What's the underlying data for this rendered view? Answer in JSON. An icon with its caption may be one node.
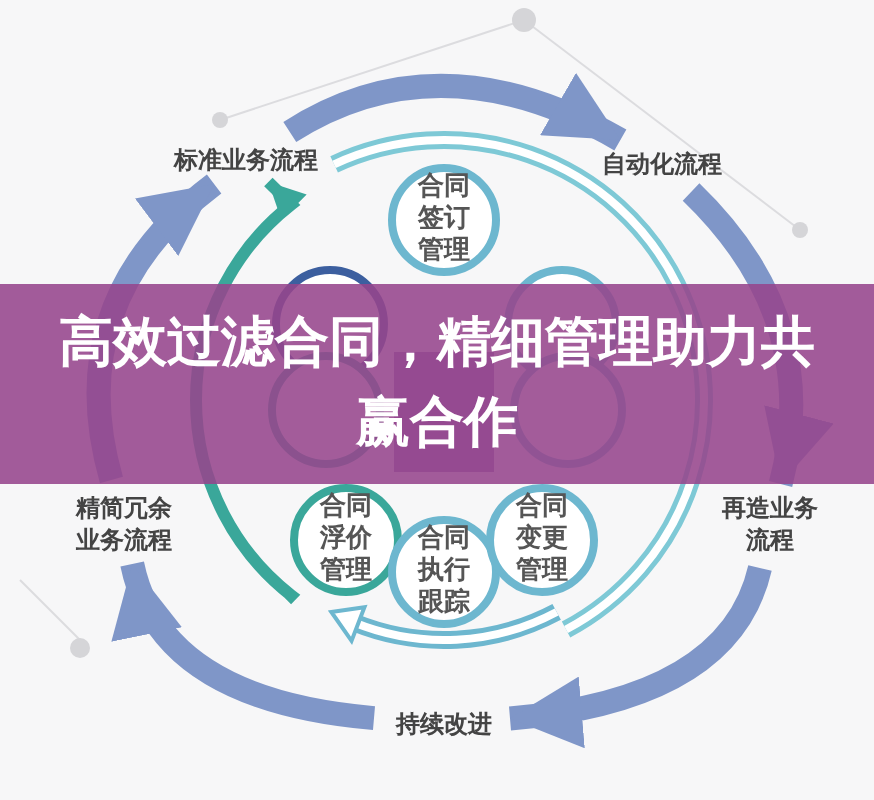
{
  "diagram": {
    "title": "高效过滤合同，精细管理助力共赢合作",
    "nodes": [
      {
        "text": [
          "标准业务流程"
        ]
      },
      {
        "text": [
          "自动化流程"
        ]
      },
      {
        "text": [
          "再造业务流程"
        ]
      },
      {
        "text": [
          "持续改进"
        ]
      },
      {
        "text": [
          "精简冗余业务流程"
        ]
      },
      {
        "text": [
          "合同签订管理"
        ]
      },
      {
        "text": [
          "合同浮价管理"
        ]
      },
      {
        "text": [
          "合同执行跟踪"
        ]
      },
      {
        "text": [
          "合同变更管理"
        ]
      }
    ],
    "edges": [
      {
        "from": 0,
        "to": 1,
        "arrow": "to"
      },
      {
        "from": 1,
        "to": 2,
        "arrow": "to"
      },
      {
        "from": 2,
        "to": 3,
        "arrow": "to"
      },
      {
        "from": 3,
        "to": 4,
        "arrow": "to"
      },
      {
        "from": 4,
        "to": 0,
        "arrow": "to"
      },
      {
        "from": 6,
        "to": 0,
        "arrow": "to",
        "color": "#3aa79a"
      }
    ]
  }
}
